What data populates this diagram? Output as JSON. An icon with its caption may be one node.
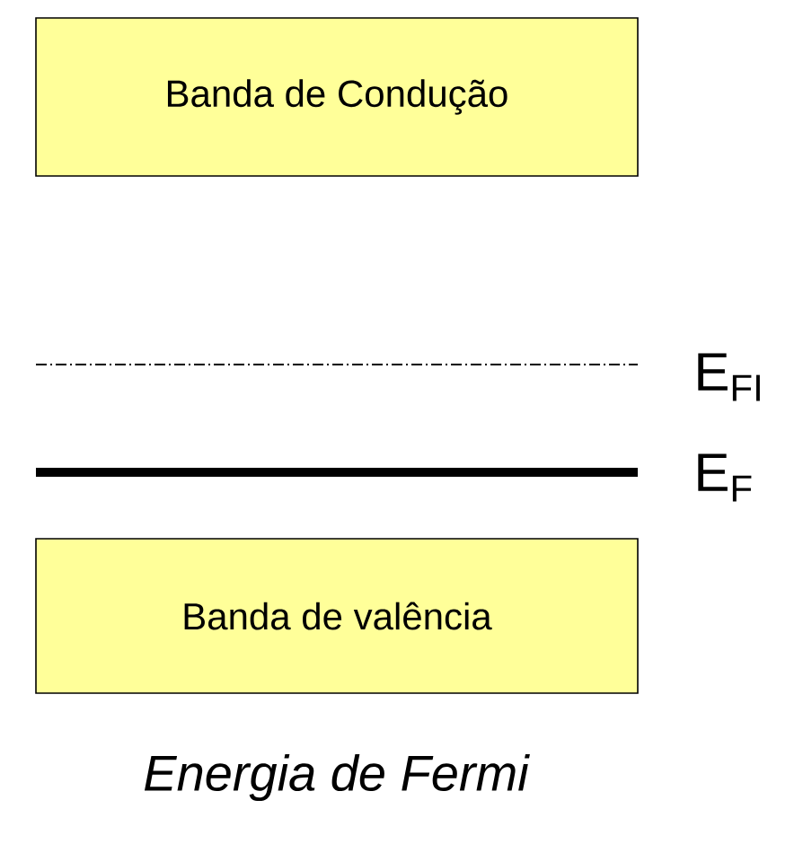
{
  "diagram": {
    "caption": "Energia de Fermi",
    "nodes": [
      {
        "text": [
          "Banda de Condução"
        ]
      },
      {
        "text": [
          "Banda de valência"
        ]
      }
    ],
    "labels": [
      "E$_{FI}$",
      "E$_{F}$"
    ]
  }
}
